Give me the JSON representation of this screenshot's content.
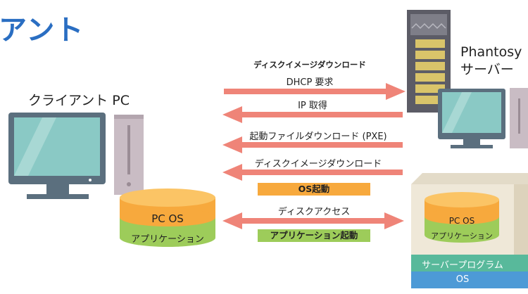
{
  "title": "アント",
  "client": {
    "label": "クライアント PC",
    "disk_os": "PC OS",
    "disk_app": "アプリケーション"
  },
  "server": {
    "label_line1": "Phantosy",
    "label_line2": "サーバー",
    "stack": {
      "disk_os": "PC OS",
      "disk_app": "アプリケーション",
      "program": "サーバープログラム",
      "os": "OS"
    }
  },
  "flows": {
    "top_heading": "ディスクイメージダウンロード",
    "dhcp": "DHCP 要求",
    "ip": "IP 取得",
    "boot_file": "起動ファイルダウンロード (PXE)",
    "disk_image": "ディスクイメージダウンロード",
    "os_boot": "OS起動",
    "disk_access": "ディスクアクセス",
    "app_boot": "アプリケーション起動"
  }
}
